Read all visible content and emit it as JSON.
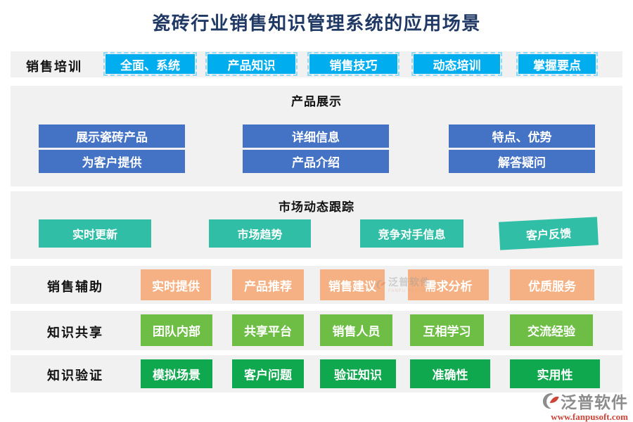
{
  "page": {
    "title": "瓷砖行业销售知识管理系统的应用场景"
  },
  "sales_training": {
    "label": "销售培训",
    "items": [
      "全面、系统",
      "产品知识",
      "销售技巧",
      "动态培训",
      "掌握要点"
    ]
  },
  "product_display": {
    "header": "产品展示",
    "row1": [
      "展示瓷砖产品",
      "详细信息",
      "特点、优势"
    ],
    "row2": [
      "为客户提供",
      "产品介绍",
      "解答疑问"
    ]
  },
  "market_tracking": {
    "header": "市场动态跟踪",
    "items": [
      "实时更新",
      "市场趋势",
      "竞争对手信息",
      "客户反馈"
    ]
  },
  "sales_assist": {
    "label": "销售辅助",
    "items": [
      "实时提供",
      "产品推荐",
      "销售建议",
      "需求分析",
      "优质服务"
    ]
  },
  "knowledge_share": {
    "label": "知识共享",
    "items": [
      "团队内部",
      "共享平台",
      "销售人员",
      "互相学习",
      "交流经验"
    ]
  },
  "knowledge_verify": {
    "label": "知识验证",
    "items": [
      "模拟场景",
      "客户问题",
      "验证知识",
      "准确性",
      "实用性"
    ]
  },
  "watermark": {
    "brand": "泛普软件",
    "sub": "FANPU SOFTWARE"
  },
  "footer_logo": {
    "brand": "泛普软件",
    "url": "www.fanpusoft.com"
  },
  "colors": {
    "title": "#1F3864",
    "band_bg": "#F1F1F2",
    "cyan": "#00AEEF",
    "blue": "#4472C4",
    "teal": "#30BFA6",
    "orange": "#F5B183",
    "green_light": "#6EBE45",
    "green": "#10A84E",
    "logo_gray": "#8C8C8C",
    "logo_red": "#CC4438"
  }
}
